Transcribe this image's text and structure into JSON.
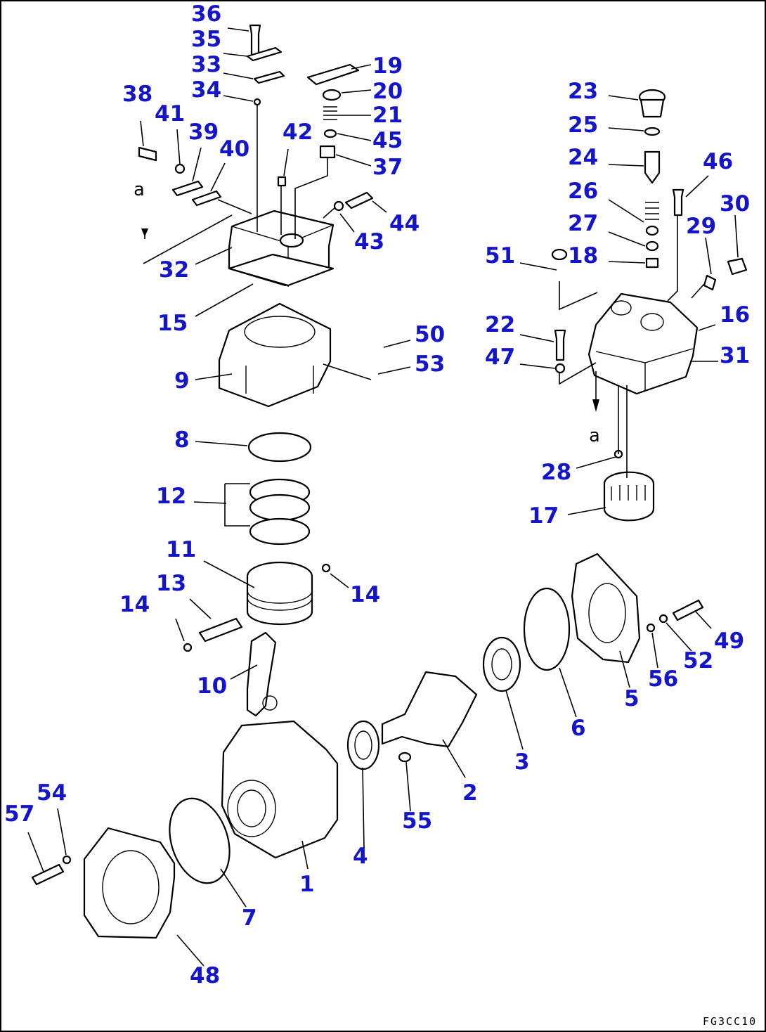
{
  "diagram": {
    "drawing_code": "FG3CC10",
    "reference_mark": "a",
    "callouts": [
      "1",
      "2",
      "3",
      "4",
      "5",
      "6",
      "7",
      "8",
      "9",
      "10",
      "11",
      "12",
      "13",
      "14",
      "14",
      "15",
      "16",
      "17",
      "18",
      "19",
      "20",
      "21",
      "22",
      "23",
      "24",
      "25",
      "26",
      "27",
      "28",
      "29",
      "30",
      "31",
      "32",
      "33",
      "34",
      "35",
      "36",
      "37",
      "38",
      "39",
      "40",
      "41",
      "42",
      "43",
      "44",
      "45",
      "46",
      "47",
      "48",
      "49",
      "50",
      "51",
      "52",
      "53",
      "54",
      "55",
      "56",
      "57"
    ]
  }
}
